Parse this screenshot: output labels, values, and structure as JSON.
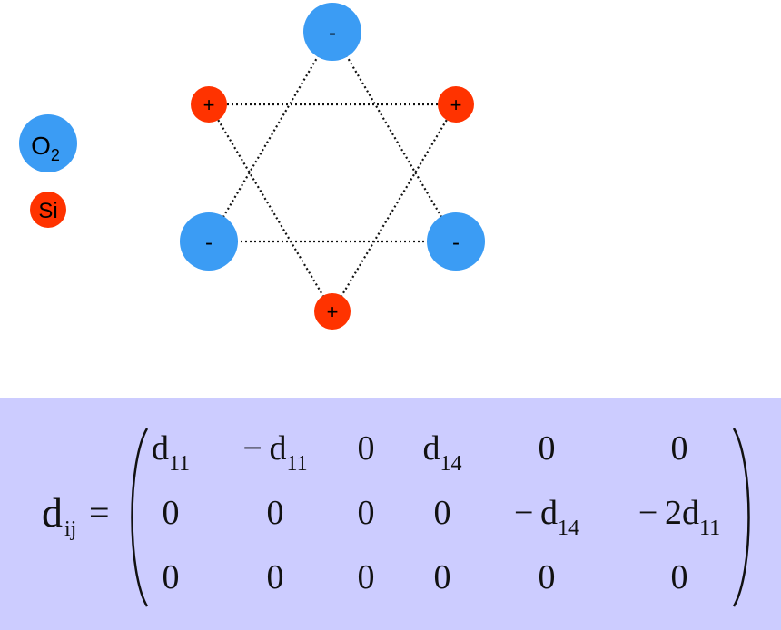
{
  "legend": {
    "oxygen": {
      "label": "O",
      "subscript": "2",
      "color": "#3b9cf4"
    },
    "silicon": {
      "label": "Si",
      "color": "#ff3300"
    }
  },
  "lattice": {
    "oxygen_sign": "-",
    "silicon_sign": "+",
    "bond_style": "dotted"
  },
  "formula": {
    "lhs": "d",
    "lhs_sub": "ij",
    "equals": "=",
    "matrix": [
      [
        "d11",
        "-d11",
        "0",
        "d14",
        "0",
        "0"
      ],
      [
        "0",
        "0",
        "0",
        "0",
        "-d14",
        "-2d11"
      ],
      [
        "0",
        "0",
        "0",
        "0",
        "0",
        "0"
      ]
    ],
    "panel_color": "#ccccff"
  }
}
